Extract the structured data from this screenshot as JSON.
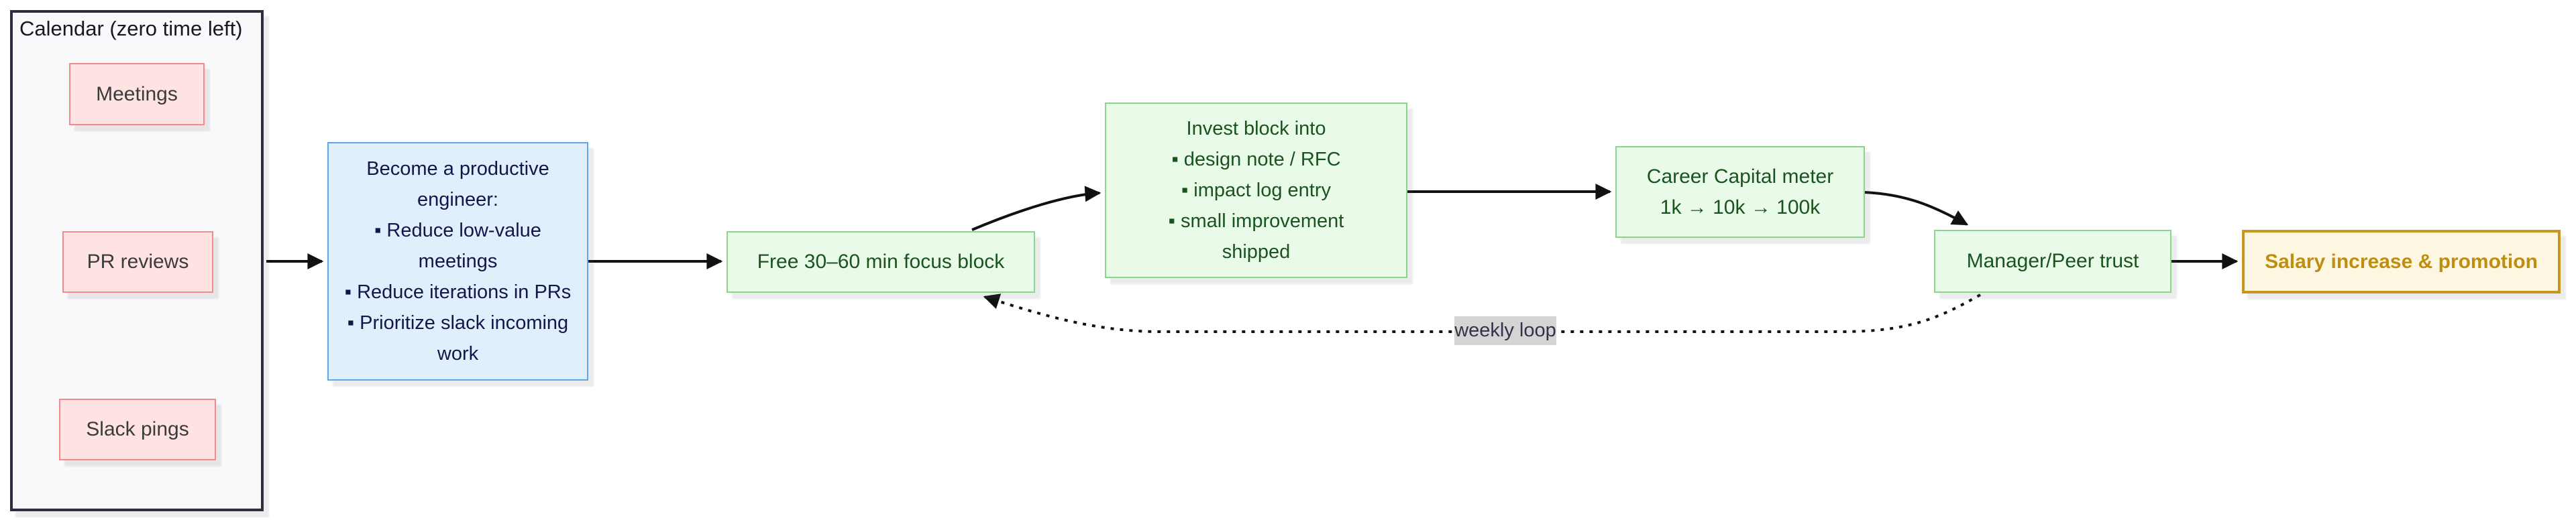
{
  "diagram": {
    "calendar_group": {
      "title": "Calendar (zero time left)",
      "items": [
        "Meetings",
        "PR reviews",
        "Slack pings"
      ]
    },
    "become_productive": {
      "lines": [
        "Become a productive",
        "engineer:",
        "▪ Reduce low-value",
        "meetings",
        "▪ Reduce iterations in PRs",
        "▪ Prioritize slack incoming",
        "work"
      ]
    },
    "focus_block": {
      "label": "Free 30–60 min focus block"
    },
    "invest_block": {
      "lines": [
        "Invest block into",
        "▪ design note / RFC",
        "▪ impact log entry",
        "▪ small improvement",
        "shipped"
      ]
    },
    "career_capital": {
      "lines": [
        "Career Capital meter",
        "1k → 10k → 100k"
      ]
    },
    "manager_trust": {
      "label": "Manager/Peer trust"
    },
    "salary_outcome": {
      "label": "Salary increase & promotion"
    },
    "weekly_loop": {
      "label": "weekly loop"
    }
  },
  "colors": {
    "calendar_border": "#2e2e3f",
    "calendar_bg": "#f9f9fb",
    "pink_bg": "#ffe3e3",
    "pink_border": "#f58a8a",
    "pink_text": "#3b3b3b",
    "blue_bg": "#e0effc",
    "blue_border": "#5ba6ec",
    "blue_text": "#15154a",
    "green_bg": "#e9fae9",
    "green_border": "#8bd48b",
    "green_text": "#1a5320",
    "gold_bg": "#fdf6e0",
    "gold_border": "#c8961e",
    "gold_text": "#bf8e11",
    "edge_color": "#111111",
    "edge_label_bg": "#d4d4d4",
    "edge_label_text": "#32324a"
  }
}
